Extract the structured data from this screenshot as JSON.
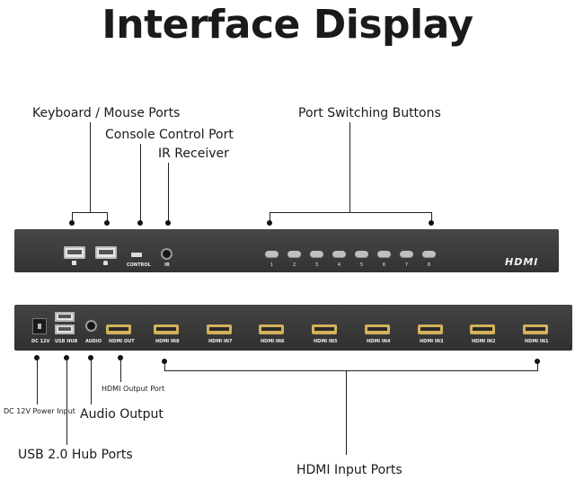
{
  "title": "Interface Display",
  "callouts": {
    "keyboard_mouse": "Keyboard / Mouse Ports",
    "console_control": "Console Control Port",
    "ir_receiver": "IR Receiver",
    "port_switching": "Port Switching Buttons",
    "dc_power": "DC 12V Power Input",
    "audio_output": "Audio Output",
    "hdmi_output": "HDMI Output Port",
    "usb_hub": "USB 2.0 Hub Ports",
    "hdmi_inputs": "HDMI Input Ports"
  },
  "front_panel": {
    "control_label": "CONTROL",
    "ir_label": "IR",
    "buttons": [
      "1",
      "2",
      "3",
      "4",
      "5",
      "6",
      "7",
      "8"
    ],
    "logo": "HDMI"
  },
  "rear_panel": {
    "dc_label": "DC 12V",
    "usb_label": "USB HUB",
    "audio_label": "AUDIO",
    "hdmi_out_label": "HDMI OUT",
    "hdmi_in_labels": [
      "HDMI IN8",
      "HDMI IN7",
      "HDMI IN6",
      "HDMI IN5",
      "HDMI IN4",
      "HDMI IN3",
      "HDMI IN2",
      "HDMI IN1"
    ]
  },
  "colors": {
    "panel": "#3d3d3d",
    "hdmi_port": "#d4b25a",
    "text": "#1a1a1a"
  }
}
